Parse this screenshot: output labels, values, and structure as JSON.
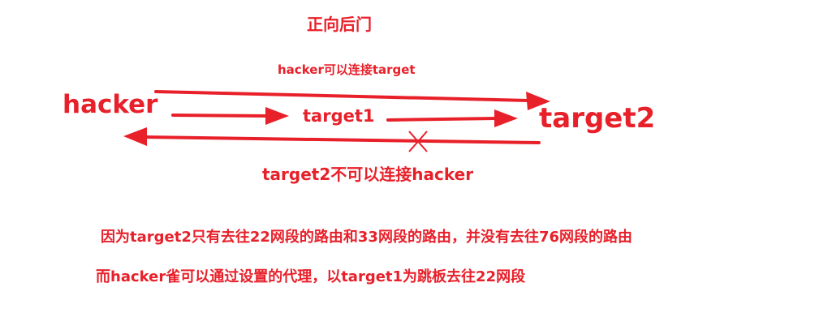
{
  "colors": {
    "accent": "#e8202a"
  },
  "diagram": {
    "title": "正向后门",
    "top_label": "hacker可以连接target",
    "nodes": {
      "hacker": "hacker",
      "target1": "target1",
      "target2": "target2"
    },
    "bottom_label": "target2不可以连接hacker",
    "blocked_mark_icon": "cross-icon"
  },
  "notes": [
    "因为target2只有去往22网段的路由和33网段的路由，并没有去往76网段的路由",
    "而hacker雀可以通过设置的代理，以target1为跳板去往22网段"
  ]
}
